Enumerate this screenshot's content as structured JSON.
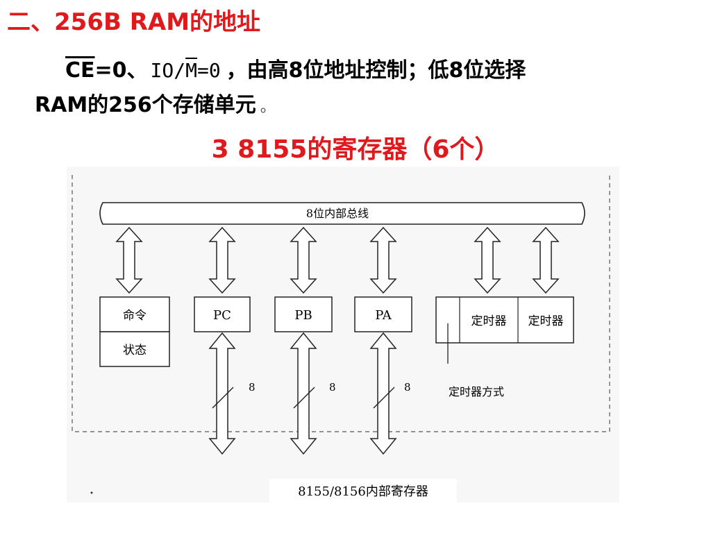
{
  "slide": {
    "heading": "二、256B RAM的地址",
    "line1": {
      "ce": "CE",
      "ce_rest": "=0、",
      "io": "IO/",
      "m": "M",
      "io_rest": "=0",
      "text": "，由高8位地址控制；低8位选择"
    },
    "line2": {
      "text": "RAM的256个存储单元",
      "end": "。"
    },
    "subheading": "3  8155的寄存器（6个）"
  },
  "diagram": {
    "bus_label": "8位内部总线",
    "registers": [
      "命令",
      "状态",
      "PC",
      "PB",
      "PA",
      "定时器",
      "定时器"
    ],
    "bit_width": "8",
    "timer_mode_label": "定时器方式",
    "caption": "8155/8156内部寄存器"
  }
}
